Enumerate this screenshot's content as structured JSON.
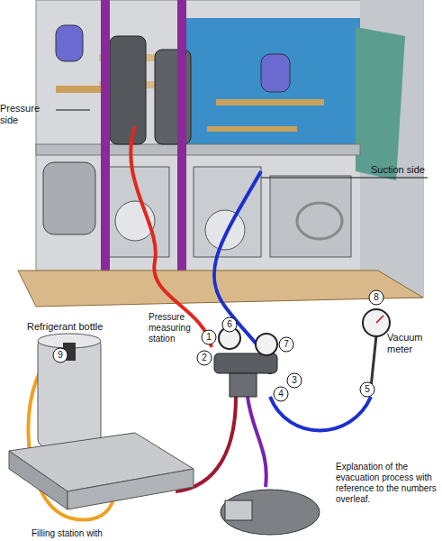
{
  "diagram": {
    "labels": [
      "Pressure side",
      "Suction side",
      "8",
      "Refrigerant bottle",
      "6",
      "Pressure measuring station",
      "1",
      "Vacuum meter",
      "7",
      "9",
      "2",
      "3",
      "4",
      "5",
      "Explanation of the evacuation process with reference to the numbers overleaf.",
      "Filling station with"
    ]
  }
}
